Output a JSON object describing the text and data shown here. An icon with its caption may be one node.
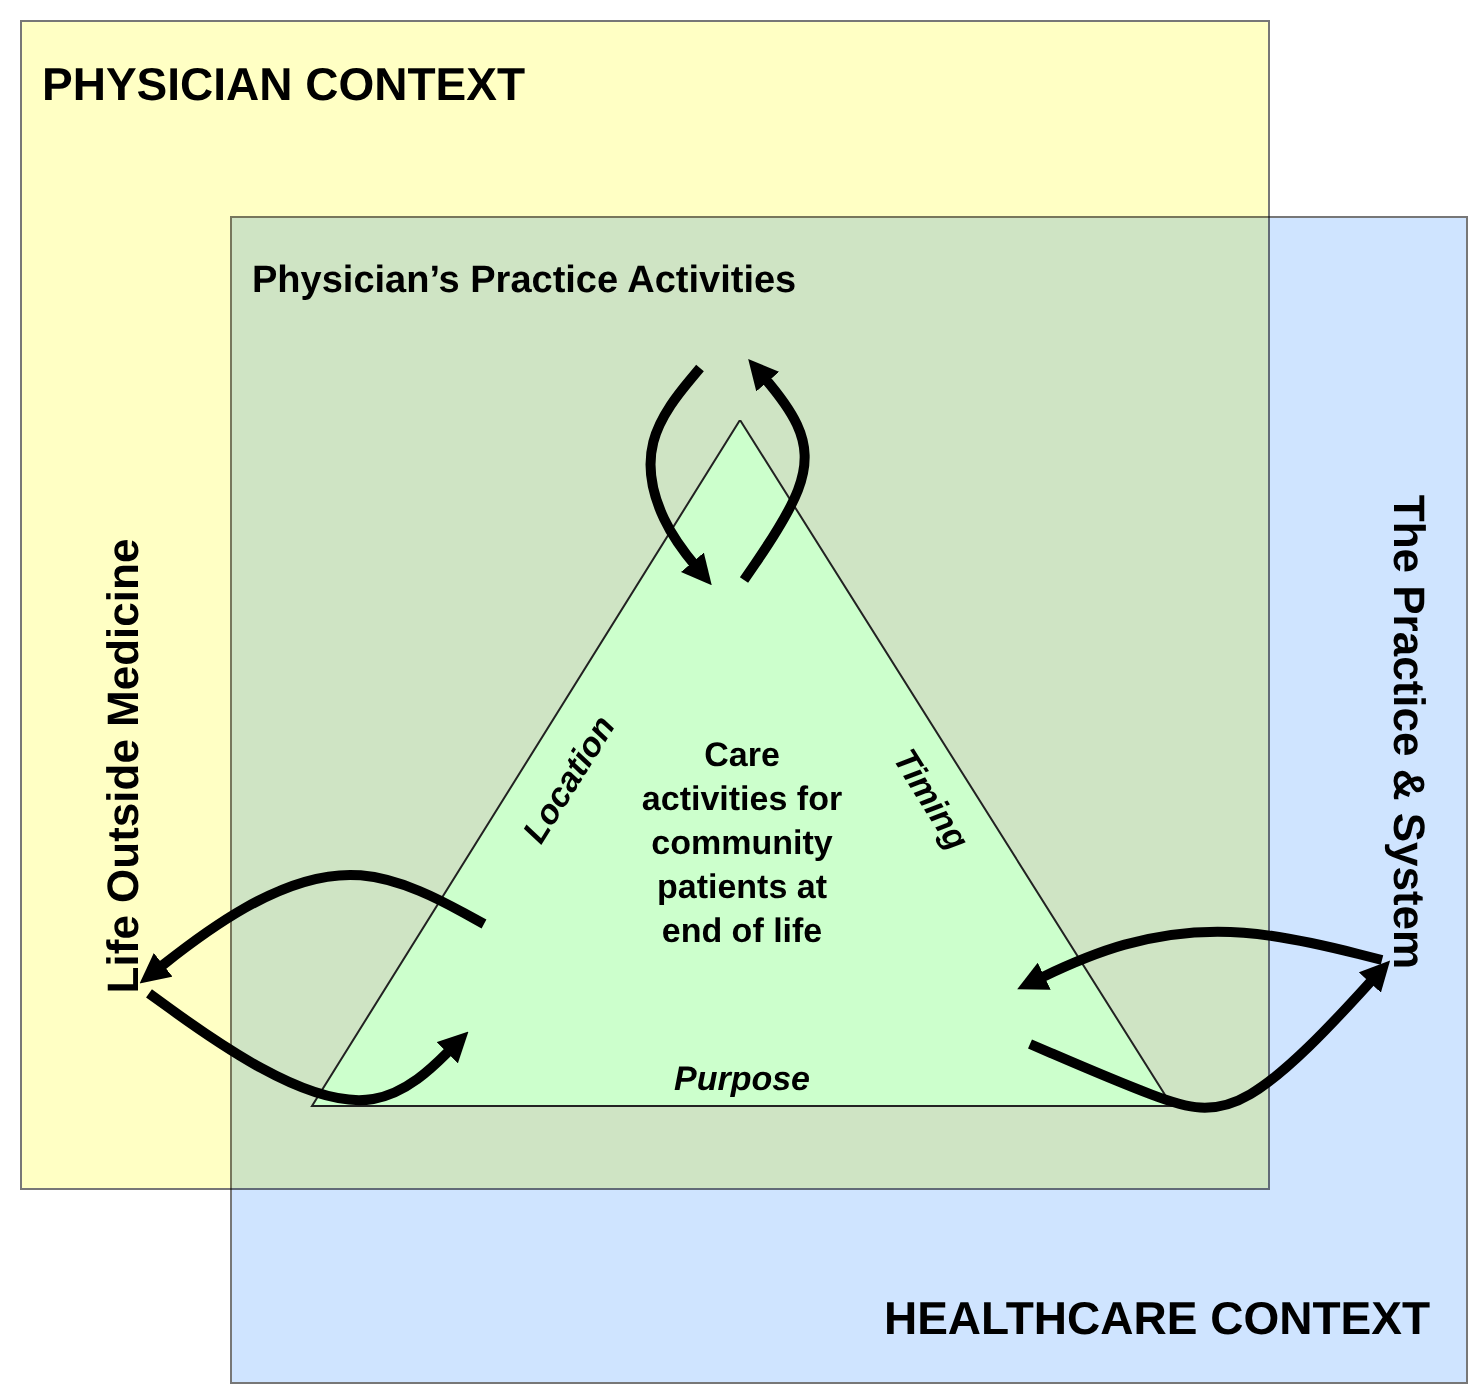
{
  "diagram": {
    "nodes": [
      {
        "text": [
          "PHYSICIAN CONTEXT"
        ]
      },
      {
        "text": [
          "HEALTHCARE CONTEXT"
        ]
      },
      {
        "text": [
          "Physician’s Practice Activities"
        ]
      },
      {
        "text": [
          "Life Outside Medicine"
        ],
        "in": 0
      },
      {
        "text": [
          "The Practice & System"
        ],
        "in": 1
      },
      {
        "text": [
          "Care activities for community patients at end of life",
          "Location",
          "Timing",
          "Purpose"
        ]
      }
    ],
    "edges": [
      {
        "from": 2,
        "to": 5,
        "arrow": "to"
      },
      {
        "from": 5,
        "to": 2,
        "arrow": "to"
      },
      {
        "from": 5,
        "to": 3,
        "arrow": "to"
      },
      {
        "from": 3,
        "to": 5,
        "arrow": "to"
      },
      {
        "from": 4,
        "to": 5,
        "arrow": "to"
      },
      {
        "from": 5,
        "to": 4,
        "arrow": "to"
      }
    ]
  }
}
